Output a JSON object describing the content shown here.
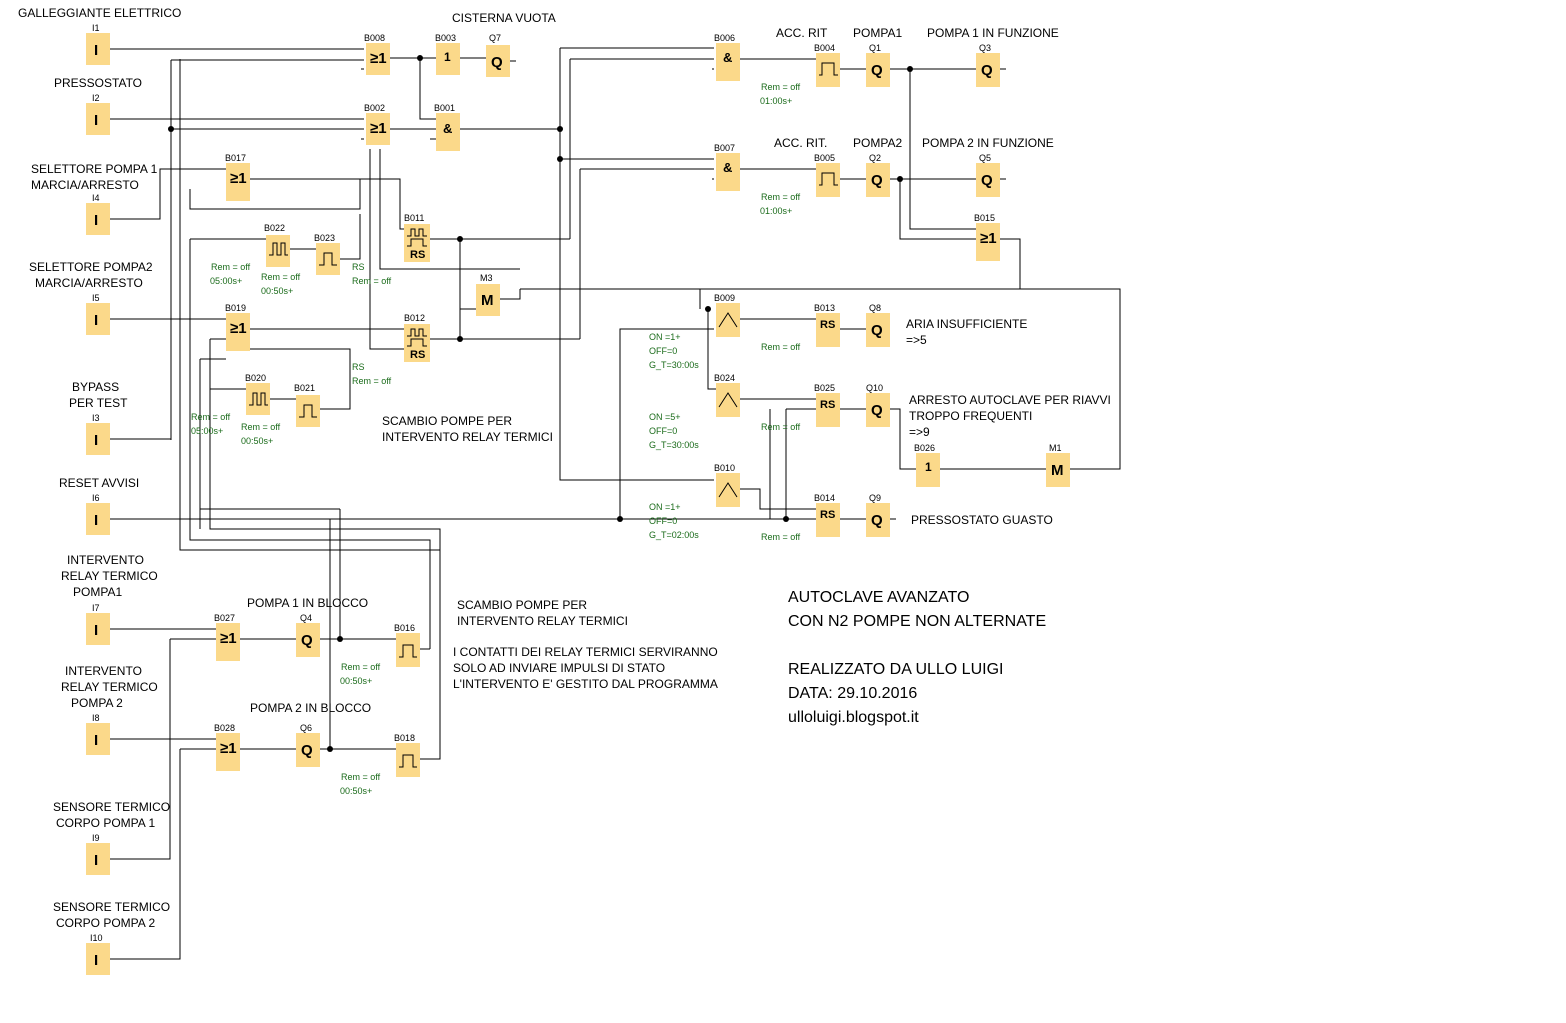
{
  "inputs": {
    "i1": {
      "id": "I1",
      "label": "GALLEGGIANTE ELETTRICO"
    },
    "i2": {
      "id": "I2",
      "label": "PRESSOSTATO"
    },
    "i4": {
      "id": "I4",
      "label1": "SELETTORE POMPA 1",
      "label2": "MARCIA/ARRESTO"
    },
    "i5": {
      "id": "I5",
      "label1": "SELETTORE POMPA2",
      "label2": "MARCIA/ARRESTO"
    },
    "i3": {
      "id": "I3",
      "label1": "BYPASS",
      "label2": "PER TEST"
    },
    "i6": {
      "id": "I6",
      "label": "RESET AVVISI"
    },
    "i7": {
      "id": "I7",
      "label1": "INTERVENTO",
      "label2": "RELAY TERMICO",
      "label3": "POMPA1"
    },
    "i8": {
      "id": "I8",
      "label1": "INTERVENTO",
      "label2": "RELAY TERMICO",
      "label3": "POMPA 2"
    },
    "i9": {
      "id": "I9",
      "label1": "SENSORE TERMICO",
      "label2": "CORPO POMPA 1"
    },
    "i10": {
      "id": "I10",
      "label1": "SENSORE TERMICO",
      "label2": "CORPO POMPA 2"
    },
    "symbol": "I"
  },
  "blocks": {
    "b008": {
      "id": "B008",
      "sym": "≥1"
    },
    "b003": {
      "id": "B003",
      "sym": "1"
    },
    "b002": {
      "id": "B002",
      "sym": "≥1"
    },
    "b001": {
      "id": "B001",
      "sym": "&"
    },
    "b017": {
      "id": "B017",
      "sym": "≥1"
    },
    "b022": {
      "id": "B022"
    },
    "b023": {
      "id": "B023"
    },
    "b011": {
      "id": "B011",
      "sym": "RS"
    },
    "b019": {
      "id": "B019",
      "sym": "≥1"
    },
    "b012": {
      "id": "B012",
      "sym": "RS"
    },
    "b020": {
      "id": "B020"
    },
    "b021": {
      "id": "B021"
    },
    "b006": {
      "id": "B006",
      "sym": "&"
    },
    "b004": {
      "id": "B004"
    },
    "b007": {
      "id": "B007",
      "sym": "&"
    },
    "b005": {
      "id": "B005"
    },
    "b015": {
      "id": "B015",
      "sym": "≥1"
    },
    "b009": {
      "id": "B009"
    },
    "b013": {
      "id": "B013",
      "sym": "RS"
    },
    "b024": {
      "id": "B024"
    },
    "b025": {
      "id": "B025",
      "sym": "RS"
    },
    "b026": {
      "id": "B026",
      "sym": "1"
    },
    "b010": {
      "id": "B010"
    },
    "b014": {
      "id": "B014",
      "sym": "RS"
    },
    "b027": {
      "id": "B027",
      "sym": "≥1"
    },
    "b016": {
      "id": "B016"
    },
    "b028": {
      "id": "B028",
      "sym": "≥1"
    },
    "b018": {
      "id": "B018"
    }
  },
  "outputs": {
    "q7": {
      "id": "Q7",
      "label": "CISTERNA VUOTA"
    },
    "q1": {
      "id": "Q1",
      "label": "POMPA1"
    },
    "q3": {
      "id": "Q3",
      "label": "POMPA 1 IN FUNZIONE"
    },
    "q2": {
      "id": "Q2",
      "label": "POMPA2"
    },
    "q5": {
      "id": "Q5",
      "label": "POMPA 2 IN FUNZIONE"
    },
    "q8": {
      "id": "Q8",
      "label1": "ARIA INSUFFICIENTE",
      "label2": "=>5"
    },
    "q10": {
      "id": "Q10",
      "label1": "ARRESTO AUTOCLAVE PER RIAVVI",
      "label2": "TROPPO FREQUENTI",
      "label3": "=>9"
    },
    "q9": {
      "id": "Q9",
      "label": "PRESSOSTATO GUASTO"
    },
    "q4": {
      "id": "Q4",
      "label": "POMPA 1 IN BLOCCO"
    },
    "q6": {
      "id": "Q6",
      "label": "POMPA 2 IN BLOCCO"
    },
    "symbol": "Q"
  },
  "flags": {
    "m3": {
      "id": "M3",
      "sym": "M"
    },
    "m1": {
      "id": "M1",
      "sym": "M"
    }
  },
  "params": {
    "b004": {
      "rem": "Rem = off",
      "time": "01:00s+"
    },
    "b005": {
      "rem": "Rem = off",
      "time": "01:00s+"
    },
    "b022": {
      "rem": "Rem = off",
      "time": "05:00s+"
    },
    "b023": {
      "rem": "Rem = off",
      "time": "00:50s+"
    },
    "b011": {
      "rs": "RS",
      "rem": "Rem = off"
    },
    "b012": {
      "rs": "RS",
      "rem": "Rem = off"
    },
    "b020": {
      "rem": "Rem = off",
      "time": "05:00s+"
    },
    "b021": {
      "rem": "Rem = off",
      "time": "00:50s+"
    },
    "b013": {
      "rem": "Rem = off"
    },
    "b025": {
      "rem": "Rem = off"
    },
    "b014": {
      "rem": "Rem = off"
    },
    "b009": {
      "on": "ON =1+",
      "off": "OFF=0",
      "gt": "G_T=30:00s"
    },
    "b024": {
      "on": "ON =5+",
      "off": "OFF=0",
      "gt": "G_T=30:00s"
    },
    "b010": {
      "on": "ON =1+",
      "off": "OFF=0",
      "gt": "G_T=02:00s"
    },
    "b016": {
      "rem": "Rem = off",
      "time": "00:50s+"
    },
    "b018": {
      "rem": "Rem = off",
      "time": "00:50s+"
    }
  },
  "labels": {
    "acc_rit_1": "ACC. RIT",
    "acc_rit_2": "ACC. RIT.",
    "scambio_1a": "SCAMBIO POMPE PER",
    "scambio_1b": "INTERVENTO RELAY TERMICI",
    "scambio_2a": "SCAMBIO POMPE PER",
    "scambio_2b": "INTERVENTO RELAY TERMICI",
    "note1": "I CONTATTI DEI RELAY TERMICI SERVIRANNO",
    "note2": "SOLO AD INVIARE IMPULSI DI STATO",
    "note3": "L'INTERVENTO E' GESTITO DAL PROGRAMMA"
  },
  "title_block": {
    "line1": "AUTOCLAVE AVANZATO",
    "line2": "CON N2 POMPE NON ALTERNATE",
    "line3": "REALIZZATO DA ULLO LUIGI",
    "line4": "DATA: 29.10.2016",
    "line5": "ulloluigi.blogspot.it"
  }
}
